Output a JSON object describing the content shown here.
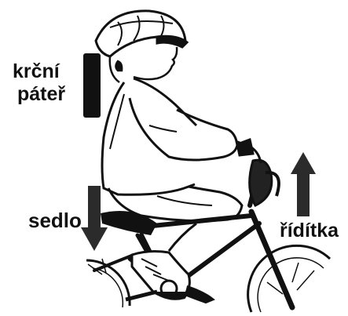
{
  "labels": {
    "neck_line1": "krční",
    "neck_line2": "páteř",
    "saddle": "sedlo",
    "handlebar": "řídítka"
  },
  "colors": {
    "ink": "#111111",
    "arrow": "#2b2b2b",
    "background": "#ffffff"
  },
  "icons": {
    "neck_marker": "vertical-bar",
    "saddle_arrow": "arrow-down",
    "handlebar_arrow": "arrow-up"
  }
}
